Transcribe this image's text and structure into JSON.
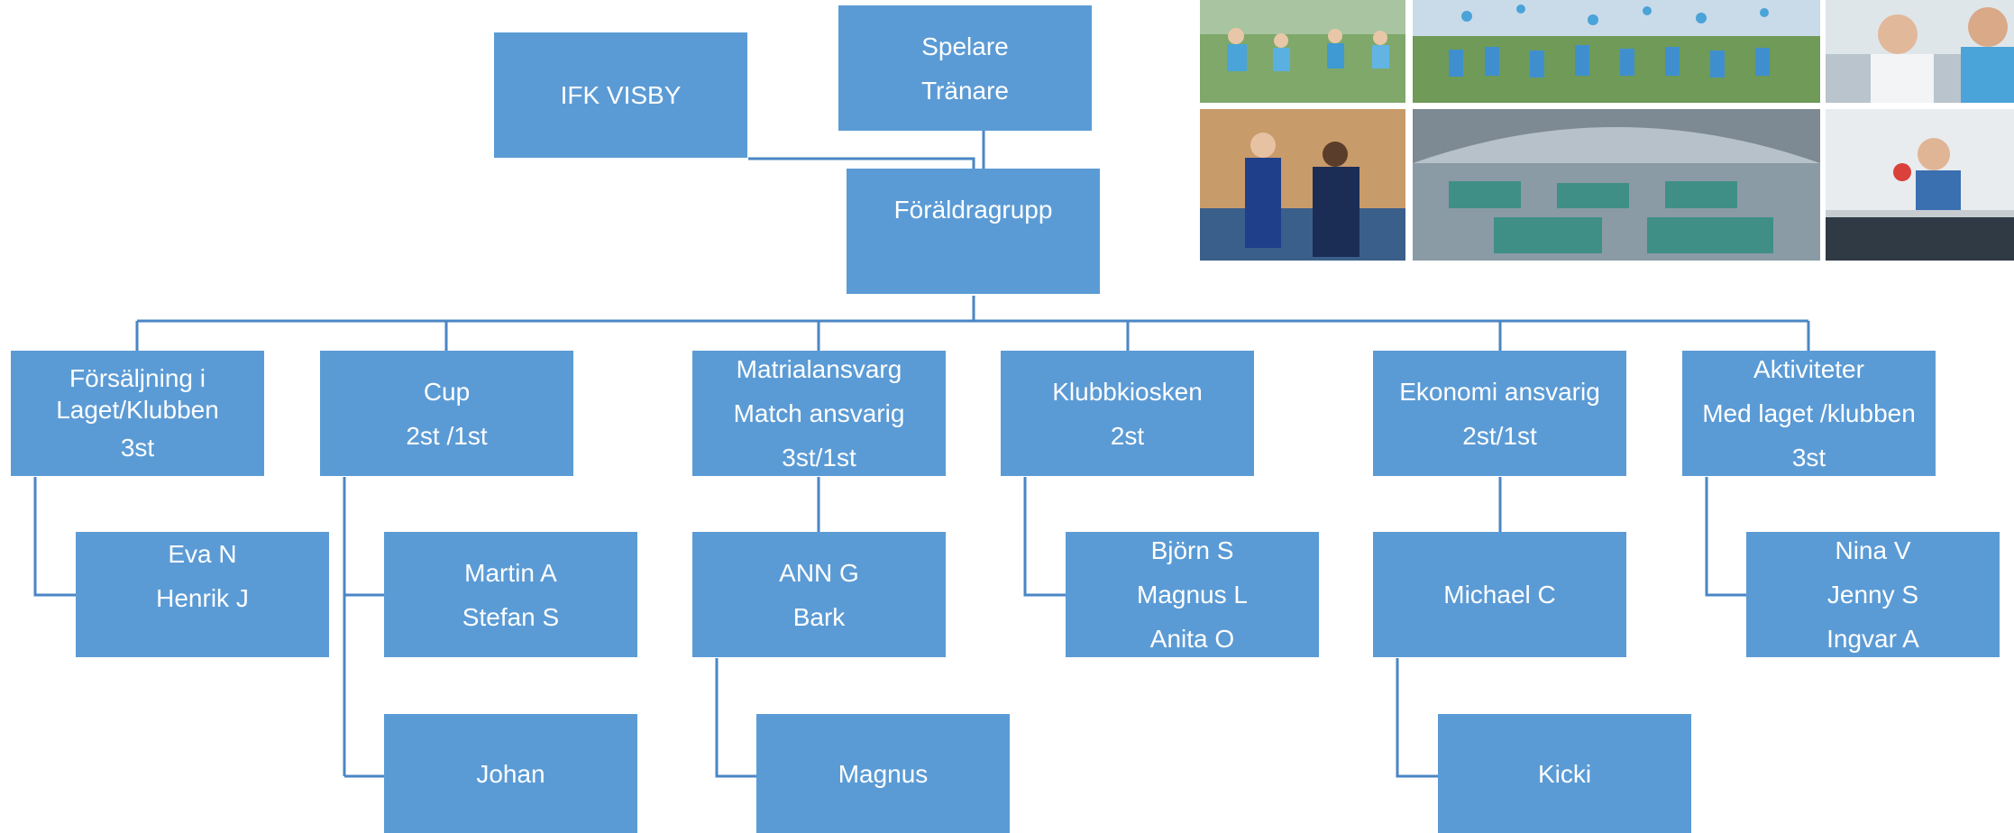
{
  "root": {
    "org": "IFK VISBY",
    "members": [
      "Spelare",
      "Tränare"
    ],
    "group": "Föräldragrupp"
  },
  "roles": [
    {
      "title": [
        "Försäljning i",
        "Laget/Klubben"
      ],
      "count": "3st",
      "people": [
        [
          "Eva N",
          "Henrik J"
        ]
      ]
    },
    {
      "title": [
        "Cup"
      ],
      "count": "2st /1st",
      "people": [
        [
          "Martin A",
          "Stefan S"
        ],
        [
          "Johan"
        ]
      ]
    },
    {
      "title": [
        "Matrialansvarg",
        "Match ansvarig"
      ],
      "count": "3st/1st",
      "people": [
        [
          "ANN G",
          "Bark"
        ],
        [
          "Magnus"
        ]
      ]
    },
    {
      "title": [
        "Klubbkiosken"
      ],
      "count": "2st",
      "people": [
        [
          "Björn S",
          "Magnus L",
          "Anita O"
        ]
      ]
    },
    {
      "title": [
        "Ekonomi ansvarig"
      ],
      "count": "2st/1st",
      "people": [
        [
          "Michael C"
        ],
        [
          "Kicki"
        ]
      ]
    },
    {
      "title": [
        "Aktiviteter",
        "Med laget /klubben"
      ],
      "count": "3st",
      "people": [
        [
          "Nina V",
          "Jenny S",
          "Ingvar A"
        ]
      ]
    }
  ],
  "colors": {
    "box": "#5b9bd5",
    "line": "#4a86c5",
    "text": "#ffffff"
  }
}
